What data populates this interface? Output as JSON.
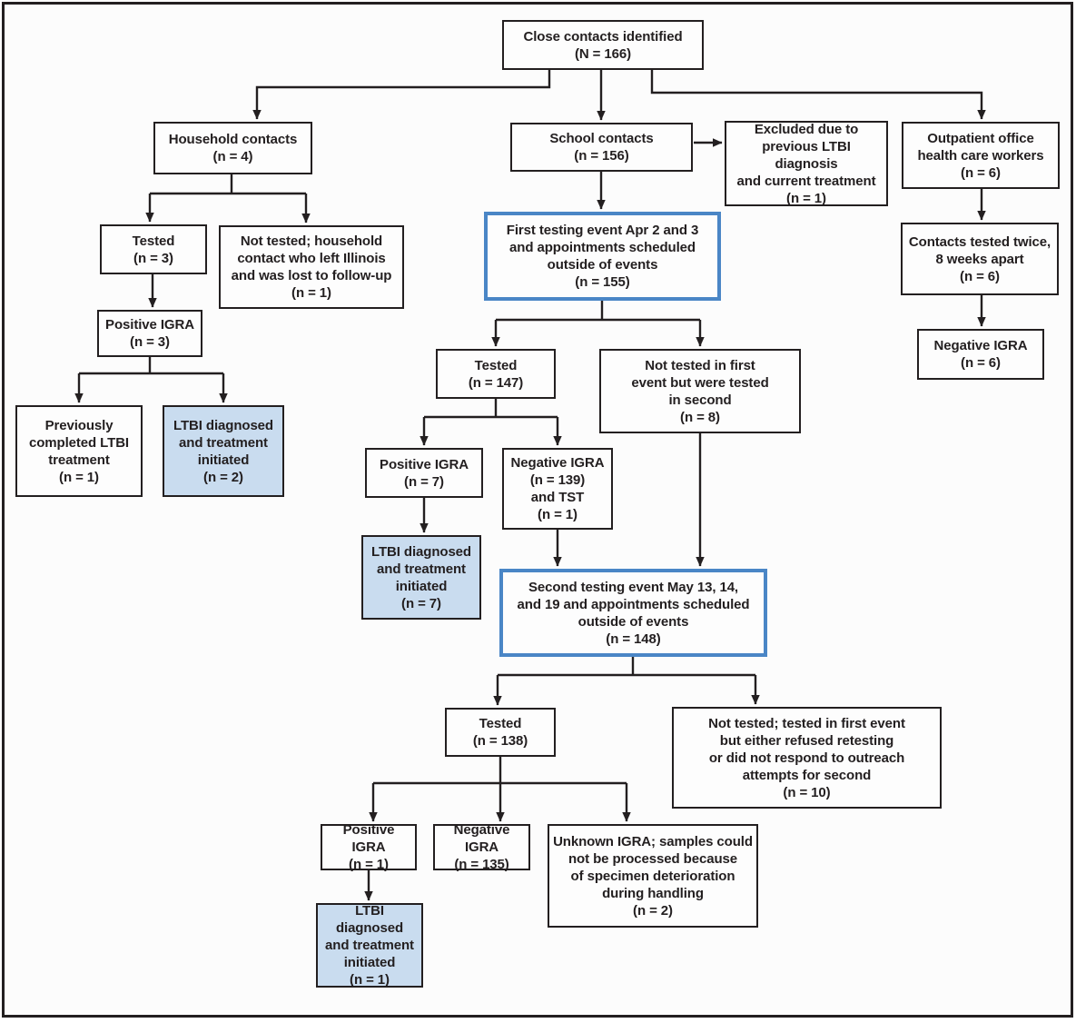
{
  "figure": {
    "description": "Flow diagram of close contacts identified and tuberculosis testing cascade",
    "colors": {
      "accent": "#4a86c6",
      "highlight": "#c9dcef",
      "line": "#231f20",
      "bg": "#fcfcfc"
    }
  },
  "nodes": {
    "close_contacts": {
      "text": "Close contacts identified\n(N = 166)"
    },
    "household": {
      "text": "Household contacts\n(n = 4)"
    },
    "school": {
      "text": "School contacts\n(n = 156)"
    },
    "excluded": {
      "text": "Excluded due to\nprevious LTBI diagnosis\nand current treatment\n(n = 1)"
    },
    "outpatient": {
      "text": "Outpatient office\nhealth care workers\n(n = 6)"
    },
    "hh_tested": {
      "text": "Tested\n(n = 3)"
    },
    "hh_not_tested": {
      "text": "Not tested; household\ncontact who left Illinois\nand was lost to follow-up\n(n = 1)"
    },
    "hh_positive_igra": {
      "text": "Positive IGRA\n(n = 3)"
    },
    "prev_completed": {
      "text": "Previously\ncompleted LTBI\ntreatment\n(n = 1)"
    },
    "ltbi_2": {
      "text": "LTBI diagnosed\nand treatment\ninitiated\n(n = 2)"
    },
    "first_event": {
      "text": "First testing event Apr 2 and 3\nand appointments scheduled\noutside of events\n(n = 155)"
    },
    "tested_147": {
      "text": "Tested\n(n = 147)"
    },
    "not_tested_first": {
      "text": "Not tested in first\nevent but were tested\nin second\n(n = 8)"
    },
    "positive_igra_7": {
      "text": "Positive IGRA\n(n = 7)"
    },
    "negative_igra_tst": {
      "text": "Negative IGRA\n(n = 139)\nand TST\n(n = 1)"
    },
    "ltbi_7": {
      "text": "LTBI diagnosed\nand treatment\ninitiated\n(n = 7)"
    },
    "second_event": {
      "text": "Second testing event May 13, 14,\nand 19 and appointments scheduled\noutside of events\n(n = 148)"
    },
    "tested_138": {
      "text": "Tested\n(n = 138)"
    },
    "not_tested_second": {
      "text": "Not tested; tested in first event\nbut either refused retesting\nor did not respond to outreach\nattempts for second\n(n = 10)"
    },
    "positive_igra_1": {
      "text": "Positive IGRA\n(n = 1)"
    },
    "negative_igra_135": {
      "text": "Negative IGRA\n(n = 135)"
    },
    "unknown_igra": {
      "text": "Unknown IGRA; samples could\nnot be processed because\nof specimen deterioration\nduring handling\n(n = 2)"
    },
    "ltbi_1": {
      "text": "LTBI diagnosed\nand treatment\ninitiated\n(n = 1)"
    },
    "contacts_tested_twice": {
      "text": "Contacts tested twice,\n8 weeks apart\n(n = 6)"
    },
    "negative_igra_6": {
      "text": "Negative IGRA\n(n = 6)"
    }
  }
}
